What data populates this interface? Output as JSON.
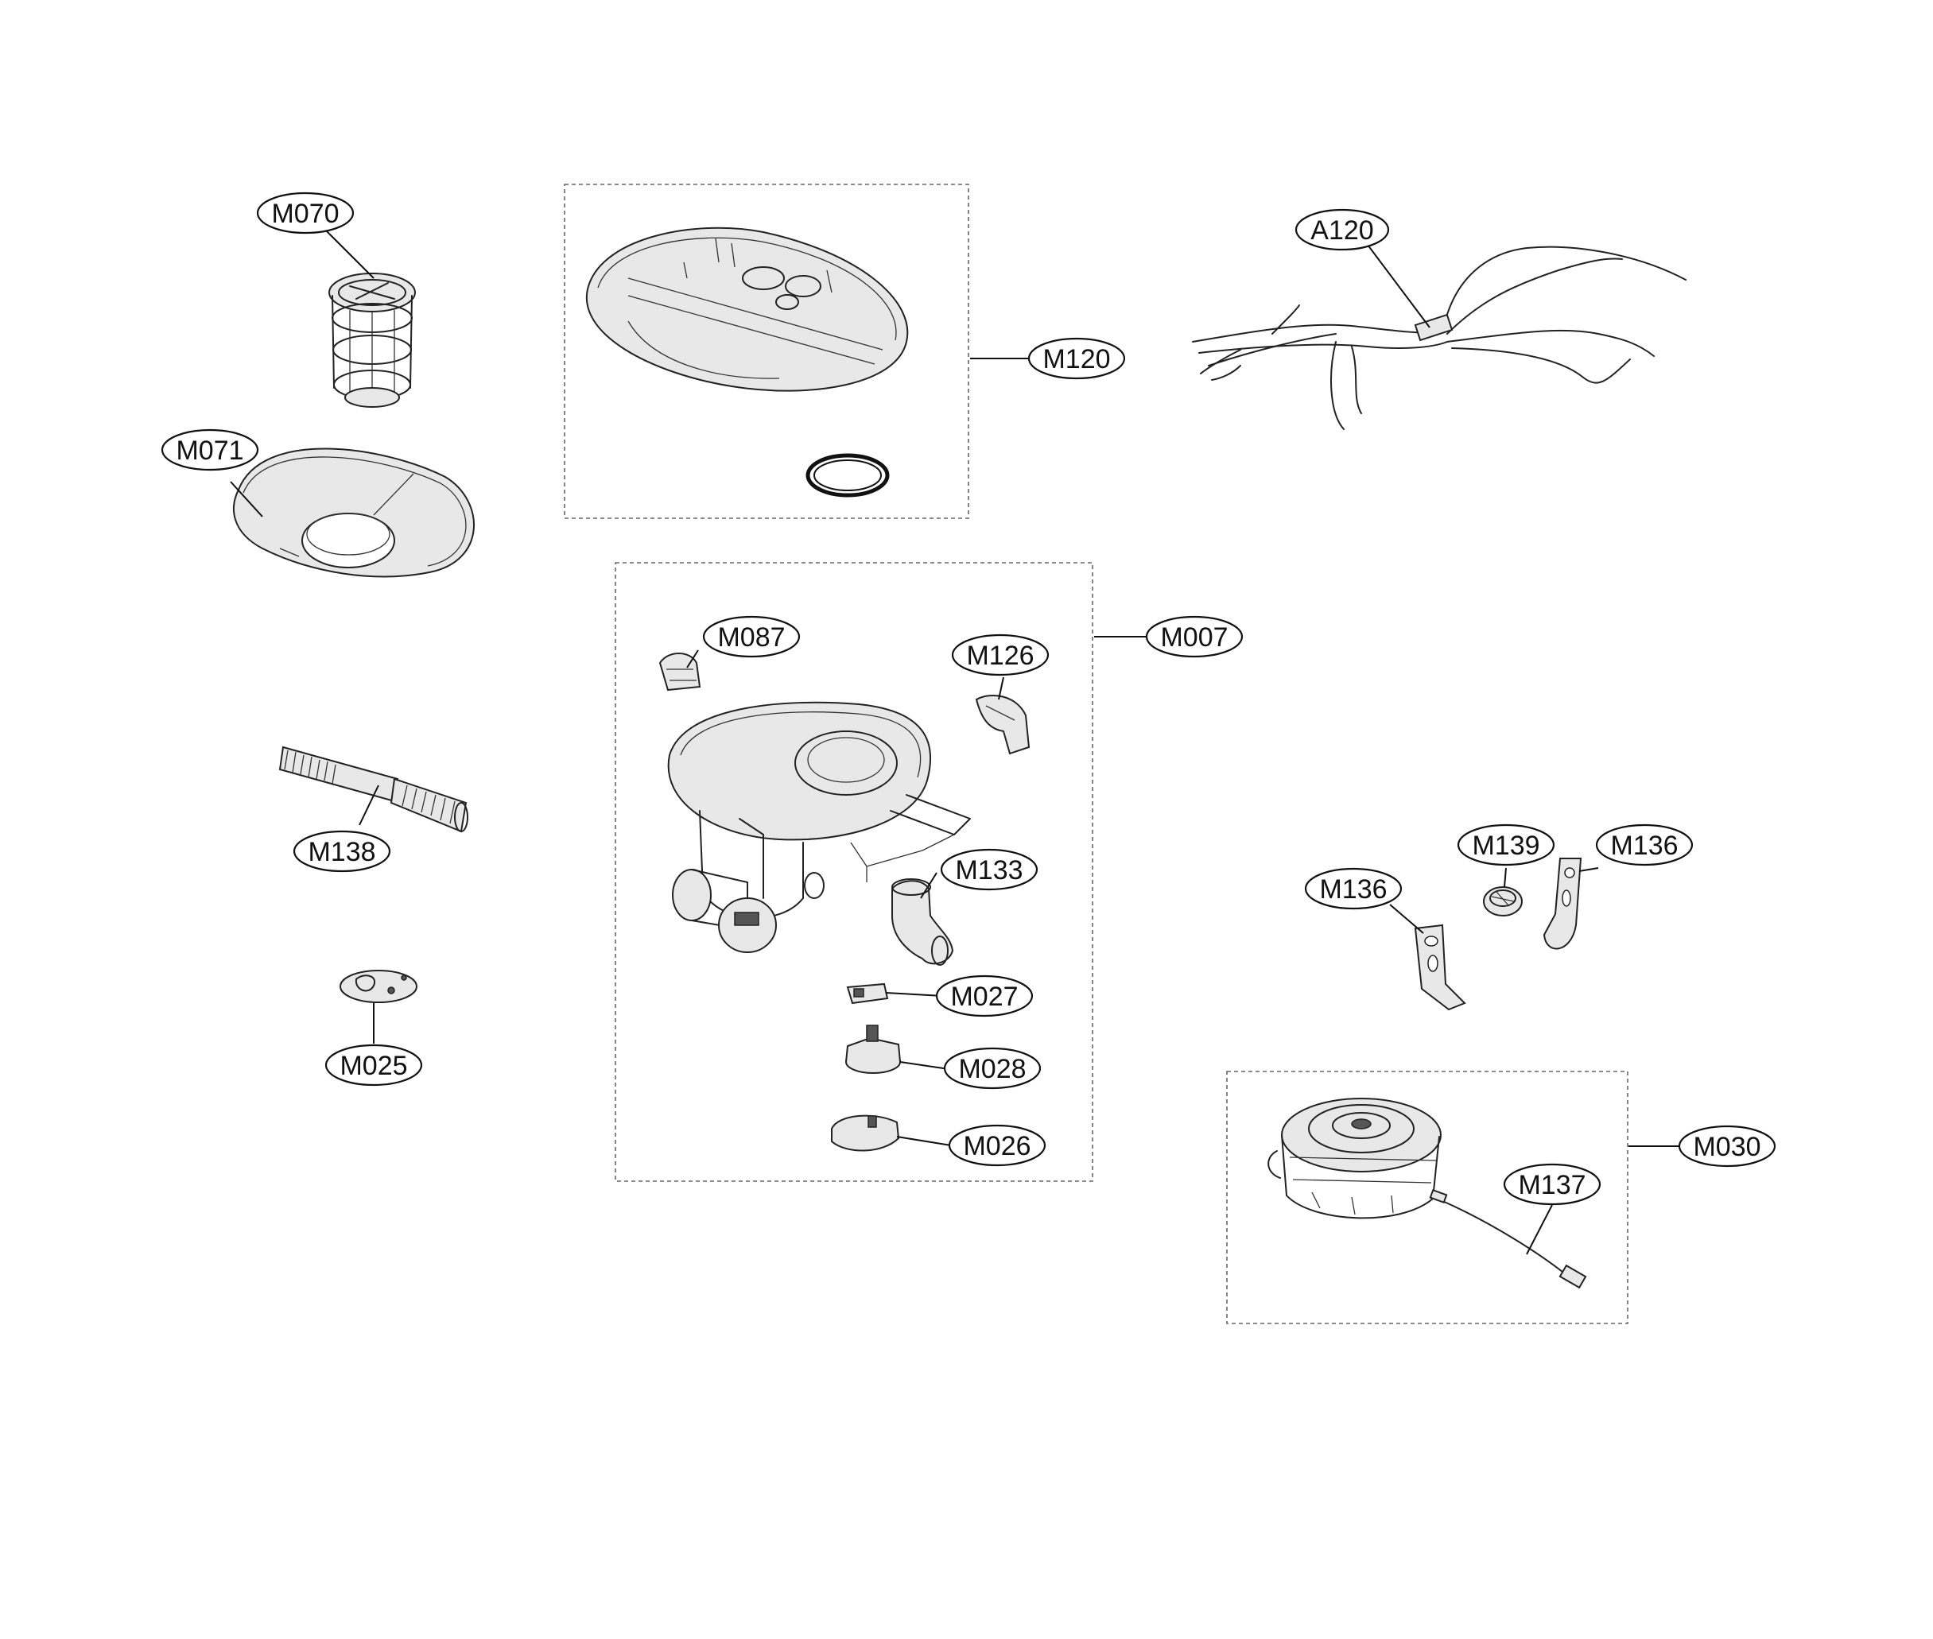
{
  "callouts": {
    "m070": "M070",
    "m071": "M071",
    "m138": "M138",
    "m025": "M025",
    "m120": "M120",
    "a120": "A120",
    "m087": "M087",
    "m126": "M126",
    "m007": "M007",
    "m133": "M133",
    "m027": "M027",
    "m028": "M028",
    "m026": "M026",
    "m139": "M139",
    "m136_left": "M136",
    "m136_right": "M136",
    "m030": "M030",
    "m137": "M137"
  }
}
